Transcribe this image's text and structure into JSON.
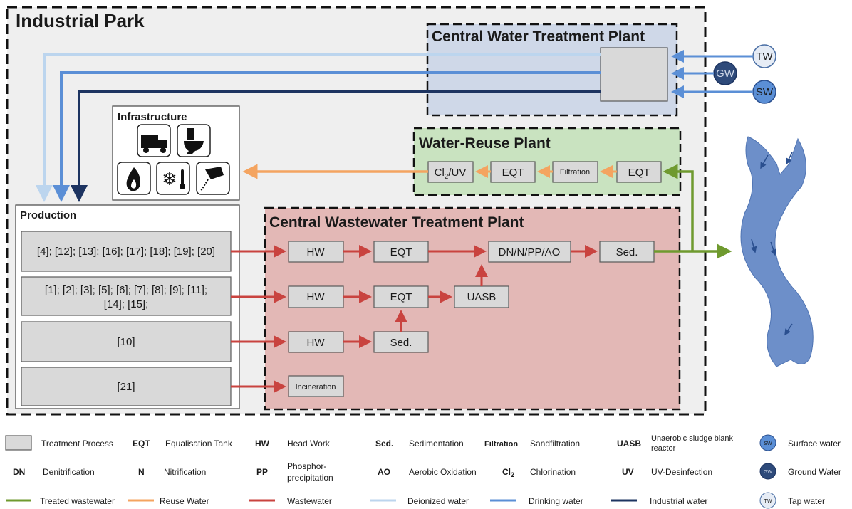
{
  "industrial_park": "Industrial Park",
  "central_water_plant": "Central Water Treatment Plant",
  "sources": {
    "tw": "TW",
    "gw": "GW",
    "sw": "SW"
  },
  "infrastructure": "Infrastructure",
  "production": "Production",
  "water_reuse_plant": {
    "title": "Water-Reuse Plant",
    "cl2_uv": "Cl",
    "cl2_uv_sub": "2",
    "cl2_uv_rest": "/UV",
    "eqt1": "EQT",
    "filtration": "Filtration",
    "eqt2": "EQT"
  },
  "wastewater_plant": {
    "title": "Central Wastewater Treatment Plant",
    "hw1": "HW",
    "eqt_a": "EQT",
    "dn": "DN/N/PP/AO",
    "sed_a": "Sed.",
    "hw2": "HW",
    "eqt_b": "EQT",
    "uasb": "UASB",
    "hw3": "HW",
    "sed_b": "Sed.",
    "incineration": "Incineration"
  },
  "production_rows": {
    "row1": "[4]; [12]; [13]; [16]; [17]; [18]; [19]; [20]",
    "row2_line1": "[1]; [2]; [3]; [5]; [6]; [7]; [8]; [9]; [11];",
    "row2_line2": "[14]; [15];",
    "row3": "[10]",
    "row4": "[21]"
  },
  "legend": {
    "treatment_process": "Treatment Process",
    "eqt_abbr": "EQT",
    "eqt_text": "Equalisation Tank",
    "hw_abbr": "HW",
    "hw_text": "Head Work",
    "sed_abbr": "Sed.",
    "sed_text": "Sedimentation",
    "filt_abbr": "Filtration",
    "filt_text": "Sandfiltration",
    "uasb_abbr": "UASB",
    "uasb_text_1": "Unaerobic sludge blank",
    "uasb_text_2": "reactor",
    "sw_circle": "SW",
    "sw_text": "Surface water",
    "dn_abbr": "DN",
    "dn_text": "Denitrification",
    "n_abbr": "N",
    "n_text": "Nitrification",
    "pp_abbr": "PP",
    "pp_text_1": "Phosphor-",
    "pp_text_2": "precipitation",
    "ao_abbr": "AO",
    "ao_text": "Aerobic Oxidation",
    "cl_abbr": "Cl",
    "cl_sub": "2",
    "cl_text": "Chlorination",
    "uv_abbr": "UV",
    "uv_text": "UV-Desinfection",
    "gw_circle": "GW",
    "gw_text": "Ground Water",
    "treated": "Treated wastewater",
    "reuse": "Reuse Water",
    "wastewater": "Wastewater",
    "deionized": "Deionized water",
    "drinking": "Drinking water",
    "industrial": "Industrial water",
    "tw_circle": "TW",
    "tw_text": "Tap water"
  },
  "colors": {
    "treated": "#6f9a2f",
    "reuse": "#f4a460",
    "wastewater": "#c9433f",
    "deionized": "#bcd5ee",
    "drinking": "#5b8fd6",
    "industrial": "#1d3461",
    "river": "#6d8fc9"
  }
}
